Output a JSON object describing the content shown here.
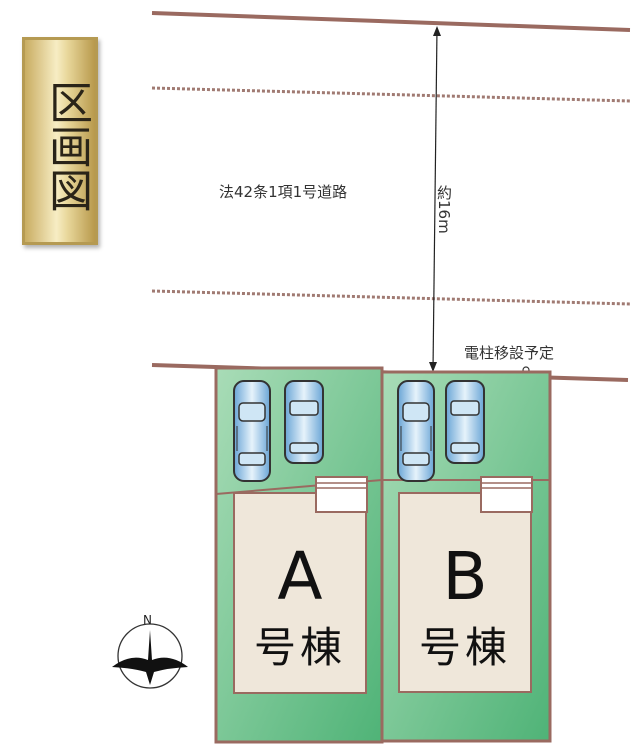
{
  "title": "区画図",
  "road": {
    "label": "法42条1項1号道路",
    "width_label": "約16m"
  },
  "pole_note": "電柱移設予定",
  "lots": [
    {
      "letter": "A",
      "suffix": "号棟"
    },
    {
      "letter": "B",
      "suffix": "号棟"
    }
  ],
  "compass": {
    "north_label": "N"
  },
  "colors": {
    "boundary": "#9a6a60",
    "lot_green": "#6cc08a",
    "building": "#efe7da",
    "car": "#9fcbe9",
    "road_dots": "#a07a72"
  }
}
